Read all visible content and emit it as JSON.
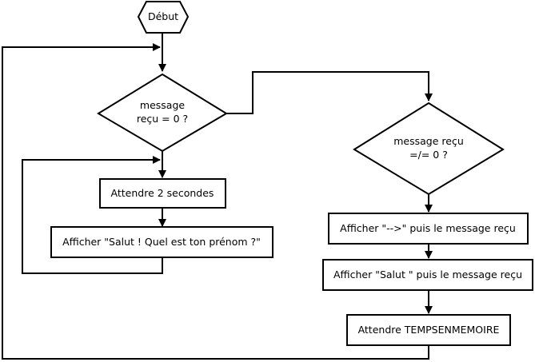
{
  "flowchart": {
    "start": "Début",
    "decision_left": {
      "line1": "message",
      "line2": "reçu = 0 ?"
    },
    "wait_2s": "Attendre 2 secondes",
    "show_prompt": "Afficher \"Salut ! Quel est ton prénom ?\"",
    "decision_right": {
      "line1": "message reçu",
      "line2": "=/= 0 ?"
    },
    "show_arrow": "Afficher \"-->\" puis le message reçu",
    "show_salut": "Afficher \"Salut \" puis le message reçu",
    "wait_memory": "Attendre TEMPSENMEMOIRE"
  },
  "colors": {
    "stroke": "#000000",
    "fill": "#ffffff"
  }
}
